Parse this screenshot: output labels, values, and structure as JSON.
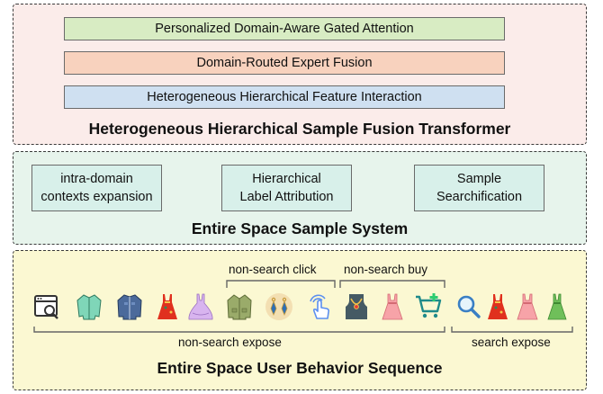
{
  "fusion_transformer": {
    "title": "Heterogeneous Hierarchical Sample Fusion Transformer",
    "layers": [
      "Personalized Domain-Aware Gated Attention",
      "Domain-Routed Expert Fusion",
      "Heterogeneous Hierarchical Feature Interaction"
    ]
  },
  "sample_system": {
    "title": "Entire Space Sample System",
    "modules": [
      "intra-domain\ncontexts expansion",
      "Hierarchical\nLabel Attribution",
      "Sample\nSearchification"
    ]
  },
  "behavior_sequence": {
    "title": "Entire Space User Behavior Sequence",
    "labels": {
      "non_search_click": "non-search click",
      "non_search_buy": "non-search buy",
      "non_search_expose": "non-search expose",
      "search_expose": "search expose"
    },
    "icons": [
      "browser-search-icon",
      "green-jacket-icon",
      "denim-jacket-icon",
      "red-dress-icon",
      "lavender-gown-icon",
      "olive-jacket-icon",
      "earrings-icon",
      "tap-hand-icon",
      "necklace-icon",
      "pink-dress-icon",
      "cart-add-icon",
      "magnifier-icon",
      "red-dress-icon",
      "pink-dress-icon",
      "green-dress-icon"
    ]
  },
  "colors": {
    "top_panel": "#fbecea",
    "mid_panel": "#e7f4ec",
    "bottom_panel": "#fbf8d2",
    "layer_green": "#d8ecc3",
    "layer_orange": "#f8d2be",
    "layer_blue": "#cfe0f1",
    "module_box": "#d8f0ea"
  }
}
